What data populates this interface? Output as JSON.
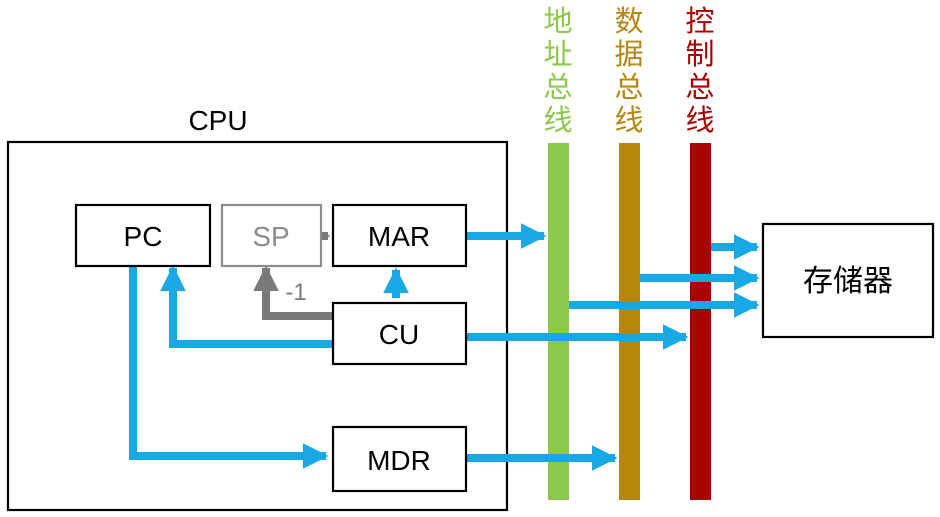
{
  "cpu": {
    "label": "CPU"
  },
  "registers": {
    "pc": "PC",
    "sp": "SP",
    "mar": "MAR",
    "cu": "CU",
    "mdr": "MDR"
  },
  "sp_decrement_label": "-1",
  "buses": {
    "address": {
      "label": "地址总线",
      "color": "#8cc84b"
    },
    "data": {
      "label": "数据总线",
      "color": "#b8860b"
    },
    "control": {
      "label": "控制总线",
      "color": "#aa0000"
    }
  },
  "memory": {
    "label": "存储器"
  },
  "colors": {
    "arrow_blue": "#18a8e6",
    "arrow_gray": "#7a7a7a",
    "sp_inactive": "#8c8c8c"
  }
}
